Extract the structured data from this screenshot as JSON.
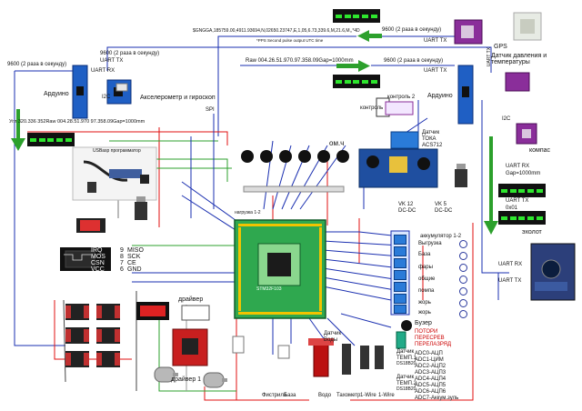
{
  "colors": {
    "pcb_green": "#2fa84f",
    "arduino_blue": "#1f5fc4",
    "relay_blue": "#2a7bd8",
    "wire_red": "#e01010",
    "wire_blue": "#1a2fb0",
    "wire_green": "#2ca02c",
    "led_on": "#2ee62e"
  },
  "gps": {
    "nmea": "$GNGGA,185759.00,4911.93694,N,02650.23747,E,1,05,6.73,339.6,M,21.6,M,,*4D",
    "pps_note": "*PPS Second pulse output UTC time",
    "uart_left": "9600 (2 раза в секунду)",
    "uart_right": "9600 (2 раза в секунду)",
    "uart_tx": "UART TX",
    "label": "GPS"
  },
  "left_arduino": {
    "speed": "9600 (2 раза в секунду)",
    "uart_rx": "UART RX",
    "uart_tx": "UART TX",
    "speed2": "9600 (2 раза в секунду)",
    "label": "Ардуино",
    "accel_label": "Акселерометр и гироскоп",
    "i2c": "I2C",
    "data_line": "Угл 320.336 352Raw 004.28.51.970 97.358.09Gap=1000mm"
  },
  "right_arduino": {
    "raw_line": "Raw 004.26.51.970.97.358.09Gap=1000mm",
    "speed": "9600 (2 раза в секунду)",
    "uart_tx": "UART TX",
    "uart_tx2": "UART TX",
    "label": "Ардуино",
    "sensor_label": "Датчик давления и температуры",
    "compass_label": "компас",
    "i2c": "I2C",
    "gap_rx": "UART RX",
    "gap_val": "Gap=1000mm",
    "sonar_tx": "UART TX",
    "sonar_val": "0x01",
    "sonar_label": "эхолот",
    "uart_rx_bottom": "UART RX",
    "uart_tx_bottom": "UART TX"
  },
  "center": {
    "spi": "SPI",
    "controls": [
      "контроль",
      "контроль 2"
    ],
    "current_sensor": [
      "Датчик",
      "ТОКА",
      "ACS712"
    ],
    "ohm": "ом.ч",
    "dc_vk12": [
      "VK 12",
      "DC-DC"
    ],
    "dc_vk5": [
      "VK 5",
      "DC-DC"
    ],
    "stm_label": "STM32F103",
    "load_label": "нагрузка 1-2",
    "accum_label": "аккумулятор 1-2"
  },
  "relays": [
    {
      "label": "Выгрузка"
    },
    {
      "label": "База"
    },
    {
      "label": "фары"
    },
    {
      "label": "общие"
    },
    {
      "label": "помпа"
    },
    {
      "label": "жорь"
    },
    {
      "label": "жорь"
    }
  ],
  "buzzer": {
    "title": "Бузер",
    "lines": [
      "ПОТОРИ",
      "ПЕРЕСРЕВ",
      "ПЕРЕЛАЗРЯД"
    ]
  },
  "adc": [
    "ADC0-АЦП",
    "ADC1-ЦИМ",
    "ADC2-АЦП2",
    "ADC3-АЦП3",
    "ADC4-АЦП4",
    "ADC5-АЦП5",
    "ADC6-АЦП6",
    "ADC7-Аккум.зуль"
  ],
  "bottom": {
    "driver_label": "драйвер",
    "driver1_label": "драйвер 1",
    "sensor_water": [
      "Датчик",
      "Воды"
    ],
    "sensor_temp1": [
      "Датчик",
      "ТЕМП.1",
      "DS18B20"
    ],
    "sensor_temp2": [
      "Датчик",
      "ТЕМП.2",
      "DS18B20"
    ],
    "labels": [
      "Фистрила",
      "База",
      "Водо",
      "Тахометр",
      "1-Wire",
      "1-Wire"
    ]
  },
  "nrf": {
    "pins": [
      "MISO",
      "SCK",
      "CE",
      "GND"
    ],
    "pins_left": [
      "IRQ",
      "MOS",
      "CSN",
      "VCC"
    ],
    "num": [
      "9",
      "8",
      "7",
      "6"
    ]
  },
  "usb_label": "USBasp программатор"
}
